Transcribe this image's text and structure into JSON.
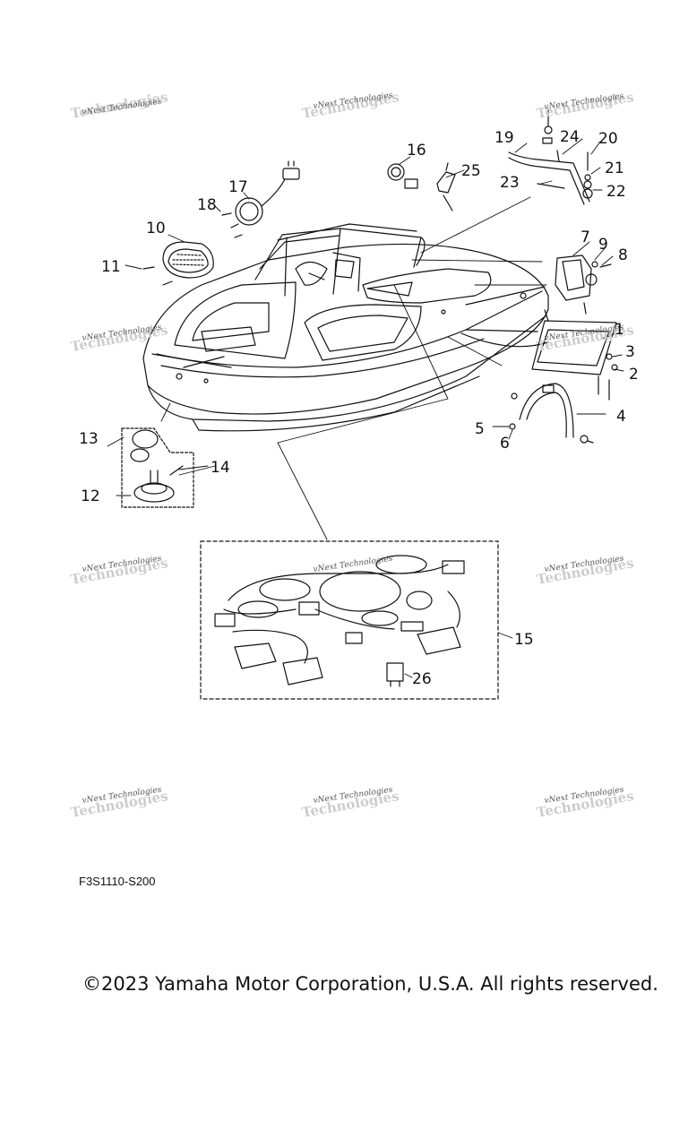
{
  "watermark": {
    "text": "vNext Technologies",
    "ghost_text": "Technologies"
  },
  "callouts": {
    "n1": "1",
    "n2": "2",
    "n3": "3",
    "n4": "4",
    "n5": "5",
    "n6": "6",
    "n7": "7",
    "n8": "8",
    "n9": "9",
    "n10": "10",
    "n11": "11",
    "n12": "12",
    "n13": "13",
    "n14": "14",
    "n15": "15",
    "n16": "16",
    "n17": "17",
    "n18": "18",
    "n19": "19",
    "n20": "20",
    "n21": "21",
    "n22": "22",
    "n23": "23",
    "n24": "24",
    "n25": "25",
    "n26": "26"
  },
  "footer": {
    "diagram_code": "F3S1110-S200",
    "copyright": "©2023 Yamaha Motor Corporation, U.S.A. All rights reserved."
  }
}
